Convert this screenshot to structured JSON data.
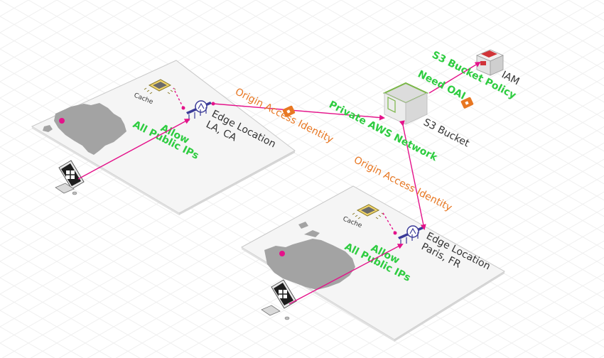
{
  "colors": {
    "grid": "#f1f1f1",
    "plate_fill": "#f4f4f4",
    "plate_stroke": "#cfcfcf",
    "map_fill": "#9e9e9e",
    "connector": "#e4128a",
    "allow_text": "#2ecc40",
    "oai_text": "#e87722",
    "edge_text": "#333333",
    "edge_icon": "#3b3b98",
    "cache_chip": "#e9c84a",
    "s3_rim": "#7ab648",
    "iam_accent": "#d13438",
    "lock": "#e87722"
  },
  "regions": {
    "us": {
      "edge_location_label": "Edge Location",
      "location_label": "LA, CA",
      "cache_label": "Cache",
      "allow_label": "Allow",
      "allow_sub_label": "All Public IPs",
      "map_name": "usa-map",
      "client_icon": "desktop-computer-icon"
    },
    "eu": {
      "edge_location_label": "Edge Location",
      "location_label": "Paris, FR",
      "cache_label": "Cache",
      "allow_label": "Allow",
      "allow_sub_label": "All Public IPs",
      "map_name": "europe-map",
      "client_icon": "desktop-computer-icon"
    }
  },
  "links": {
    "oai_top": "Origin Access Identity",
    "oai_bottom": "Origin Access Identity",
    "private_network": "Private AWS Network",
    "bucket_policy": "S3 Bucket Policy",
    "need_oai": "Need OAI"
  },
  "services": {
    "s3_label": "S3 Bucket",
    "s3_icon": "s3-bucket-icon",
    "iam_label": "IAM",
    "iam_icon": "iam-icon",
    "lock_icon": "lock-icon"
  }
}
